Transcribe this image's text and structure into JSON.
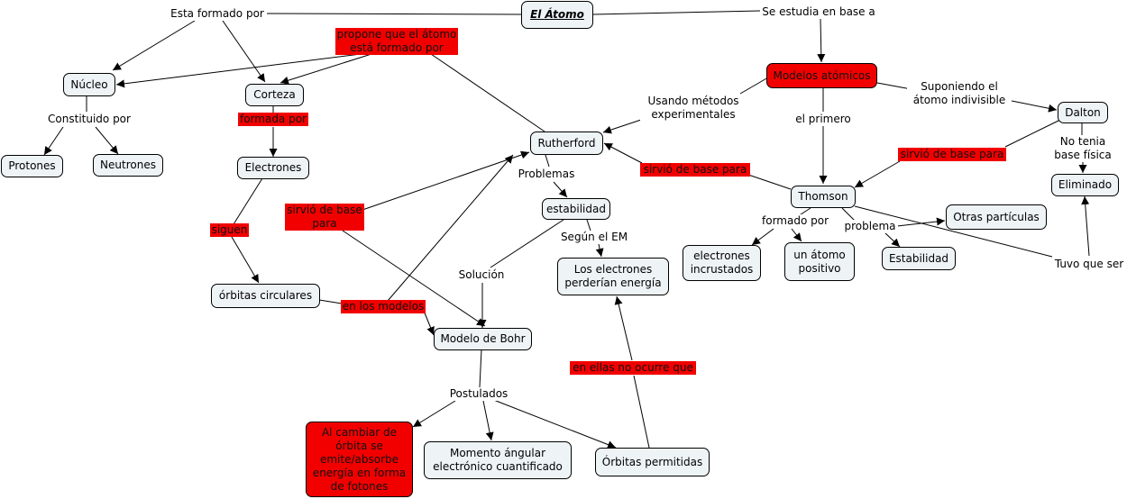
{
  "nodes": {
    "atomo": "El Átomo",
    "nucleo": "Núcleo",
    "corteza": "Corteza",
    "protones": "Protones",
    "neutrones": "Neutrones",
    "electrones": "Electrones",
    "orbitas_circulares": "órbitas circulares",
    "rutherford": "Rutherford",
    "estabilidad": "estabilidad",
    "perderian": "Los electrones\nperderían energía",
    "modelo_bohr": "Modelo de Bohr",
    "al_cambiar": "Al cambiar de\nórbita se\nemite/absorbe\nenergía en forma\nde fotones",
    "momento": "Momento ángular\nelectrónico cuantificado",
    "orbitas_permitidas": "Órbitas permitidas",
    "modelos_atomicos": "Modelos atómicos",
    "dalton": "Dalton",
    "eliminado": "Eliminado",
    "thomson": "Thomson",
    "otras_particulas": "Otras partículas",
    "electrones_incrustados": "electrones\nincrustados",
    "atomo_positivo": "un átomo\npositivo",
    "estabilidad_th": "Estabilidad"
  },
  "labels": {
    "esta_formado_por": "Esta formado por",
    "se_estudia": "Se estudia en base a",
    "propone": "propone que el átomo\nestá formado por",
    "constituido_por": "Constituido por",
    "formada_por": "formada por",
    "siguen": "siguen",
    "sirvio_base_para_1": "sirvió de base\npara",
    "en_los_modelos": "en los modelos",
    "problemas": "Problemas",
    "segun_em": "Según el EM",
    "solucion": "Solución",
    "postulados": "Postulados",
    "en_ellas": "en ellas no ocurre que",
    "usando_metodos": "Usando métodos\nexperimentales",
    "el_primero": "el primero",
    "suponiendo": "Suponiendo el\nátomo indivisible",
    "sirvio_base_para_2": "sirvió de base para",
    "sirvio_base_para_3": "sirvió de base para",
    "no_tenia": "No tenia\nbase física",
    "formado_por": "formado por",
    "problema": "problema",
    "tuvo_que_ser": "Tuvo que ser"
  },
  "colors": {
    "node_fill": "#eef3f6",
    "highlight_red": "#f20000",
    "line": "#000000"
  }
}
